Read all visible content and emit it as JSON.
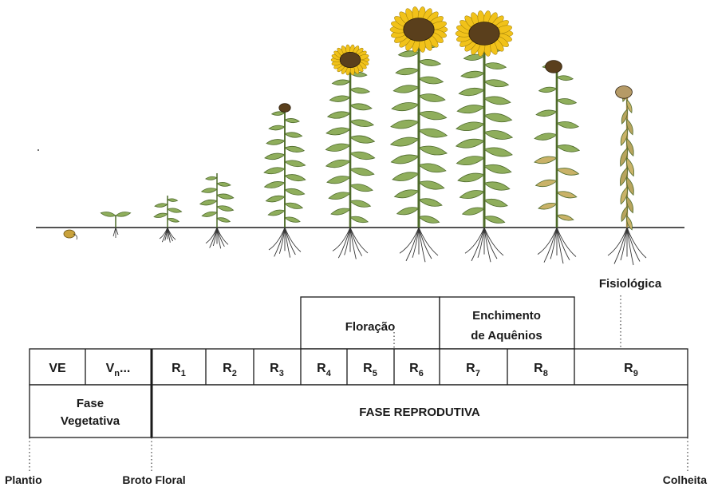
{
  "stages": {
    "ve": "VE",
    "vn": "Vn...",
    "r1": "R1",
    "r2": "R2",
    "r3": "R3",
    "r4": "R4",
    "r5": "R5",
    "r6": "R6",
    "r7": "R7",
    "r8": "R8",
    "r9": "R9"
  },
  "groups": {
    "floracao": "Floração",
    "enchimento_line1": "Enchimento",
    "enchimento_line2": "de Aquênios",
    "fisiologica": "Fisiológica"
  },
  "phases": {
    "vegetativa_line1": "Fase",
    "vegetativa_line2": "Vegetativa",
    "reprodutiva": "FASE REPRODUTIVA"
  },
  "milestones": {
    "plantio": "Plantio",
    "broto_floral": "Broto Floral",
    "colheita": "Colheita"
  },
  "colors": {
    "leaf": "#8fae5c",
    "leaf_dark": "#4f6b2c",
    "leaf_dry": "#c9b268",
    "petal": "#f1c21a",
    "head": "#5a3f1c",
    "root": "#333333",
    "seed": "#c9a23c"
  }
}
